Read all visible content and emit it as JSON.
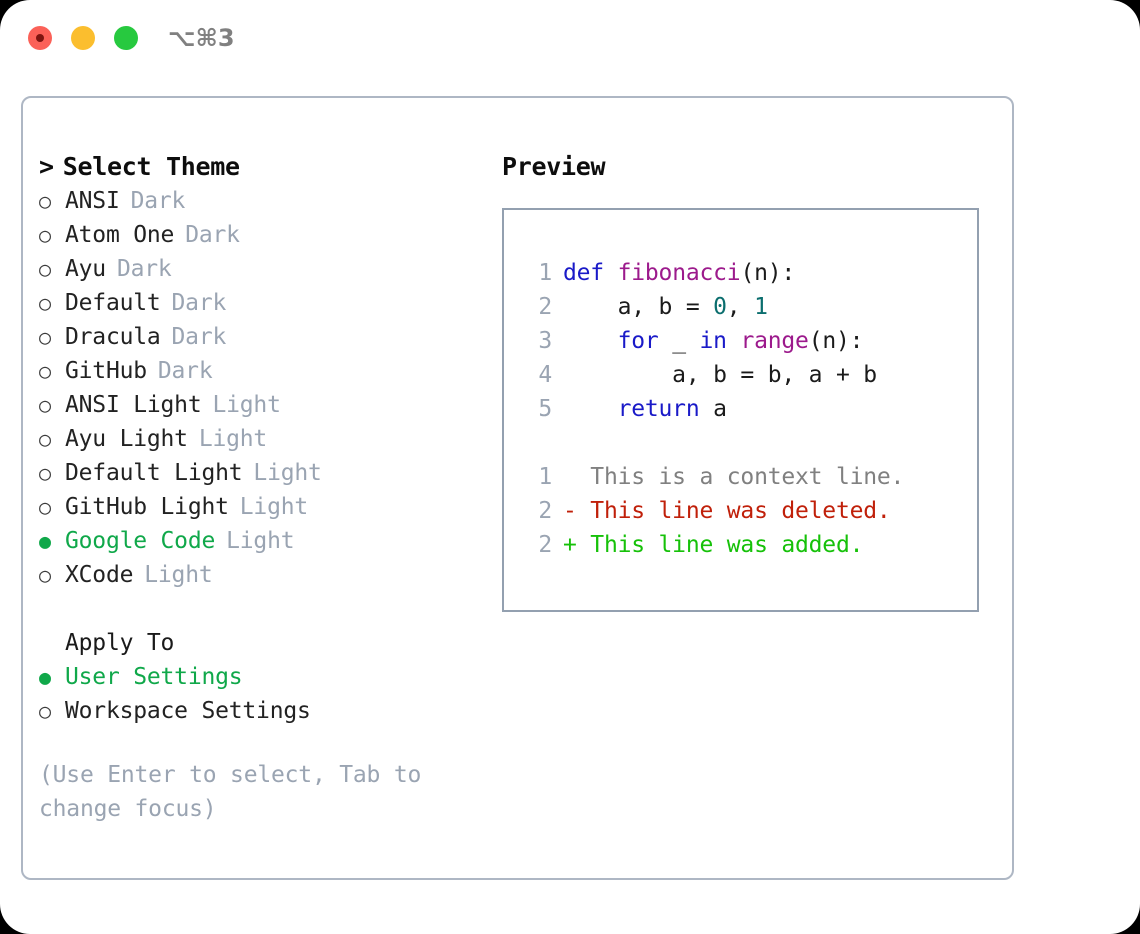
{
  "window": {
    "shortcut": "⌥⌘3",
    "traffic_lights": [
      {
        "name": "close",
        "color": "#fb6158"
      },
      {
        "name": "minimize",
        "color": "#fbbe2e"
      },
      {
        "name": "maximize",
        "color": "#27c93f"
      }
    ]
  },
  "theme_picker": {
    "header": "Select Theme",
    "caret": ">",
    "marker_unselected": "○",
    "marker_selected": "●",
    "items": [
      {
        "label": "ANSI",
        "tag": "Dark",
        "selected": false
      },
      {
        "label": "Atom One",
        "tag": "Dark",
        "selected": false
      },
      {
        "label": "Ayu",
        "tag": "Dark",
        "selected": false
      },
      {
        "label": "Default",
        "tag": "Dark",
        "selected": false
      },
      {
        "label": "Dracula",
        "tag": "Dark",
        "selected": false
      },
      {
        "label": "GitHub",
        "tag": "Dark",
        "selected": false
      },
      {
        "label": "ANSI Light",
        "tag": "Light",
        "selected": false
      },
      {
        "label": "Ayu Light",
        "tag": "Light",
        "selected": false
      },
      {
        "label": "Default Light",
        "tag": "Light",
        "selected": false
      },
      {
        "label": "GitHub Light",
        "tag": "Light",
        "selected": false
      },
      {
        "label": "Google Code",
        "tag": "Light",
        "selected": true
      },
      {
        "label": "XCode",
        "tag": "Light",
        "selected": false
      }
    ]
  },
  "apply_to": {
    "header": "Apply To",
    "items": [
      {
        "label": "User Settings",
        "selected": true
      },
      {
        "label": "Workspace Settings",
        "selected": false
      }
    ]
  },
  "hint": "(Use Enter to select, Tab to change focus)",
  "preview": {
    "title": "Preview",
    "code_lines": [
      {
        "no": "1",
        "tokens": [
          {
            "t": "def",
            "c": "kw"
          },
          {
            "t": " ",
            "c": "pl"
          },
          {
            "t": "fibonacci",
            "c": "fn"
          },
          {
            "t": "(n):",
            "c": "pl"
          }
        ]
      },
      {
        "no": "2",
        "tokens": [
          {
            "t": "    a, b = ",
            "c": "pl"
          },
          {
            "t": "0",
            "c": "num"
          },
          {
            "t": ", ",
            "c": "pl"
          },
          {
            "t": "1",
            "c": "num"
          }
        ]
      },
      {
        "no": "3",
        "tokens": [
          {
            "t": "    ",
            "c": "pl"
          },
          {
            "t": "for",
            "c": "kw"
          },
          {
            "t": " _ ",
            "c": "pl"
          },
          {
            "t": "in",
            "c": "kw"
          },
          {
            "t": " ",
            "c": "pl"
          },
          {
            "t": "range",
            "c": "fn"
          },
          {
            "t": "(n):",
            "c": "pl"
          }
        ]
      },
      {
        "no": "4",
        "tokens": [
          {
            "t": "        a, b = b, a + b",
            "c": "pl"
          }
        ]
      },
      {
        "no": "5",
        "tokens": [
          {
            "t": "    ",
            "c": "pl"
          },
          {
            "t": "return",
            "c": "kw"
          },
          {
            "t": " a",
            "c": "pl"
          }
        ]
      }
    ],
    "diff_lines": [
      {
        "no": "1",
        "sign": " ",
        "text": " This is a context line.",
        "kind": "ctx"
      },
      {
        "no": "2",
        "sign": "-",
        "text": " This line was deleted.",
        "kind": "del"
      },
      {
        "no": "2",
        "sign": "+",
        "text": " This line was added.",
        "kind": "add"
      }
    ]
  },
  "colors": {
    "selected_green": "#10a84a",
    "diff_added": "#16c109",
    "diff_deleted": "#c0200a",
    "muted": "#9aa4b2",
    "keyword": "#1a1ac8",
    "function": "#9c1a8c",
    "number": "#0b6e6e",
    "panel_border": "#aeb7c4",
    "code_border": "#93a0b0"
  }
}
